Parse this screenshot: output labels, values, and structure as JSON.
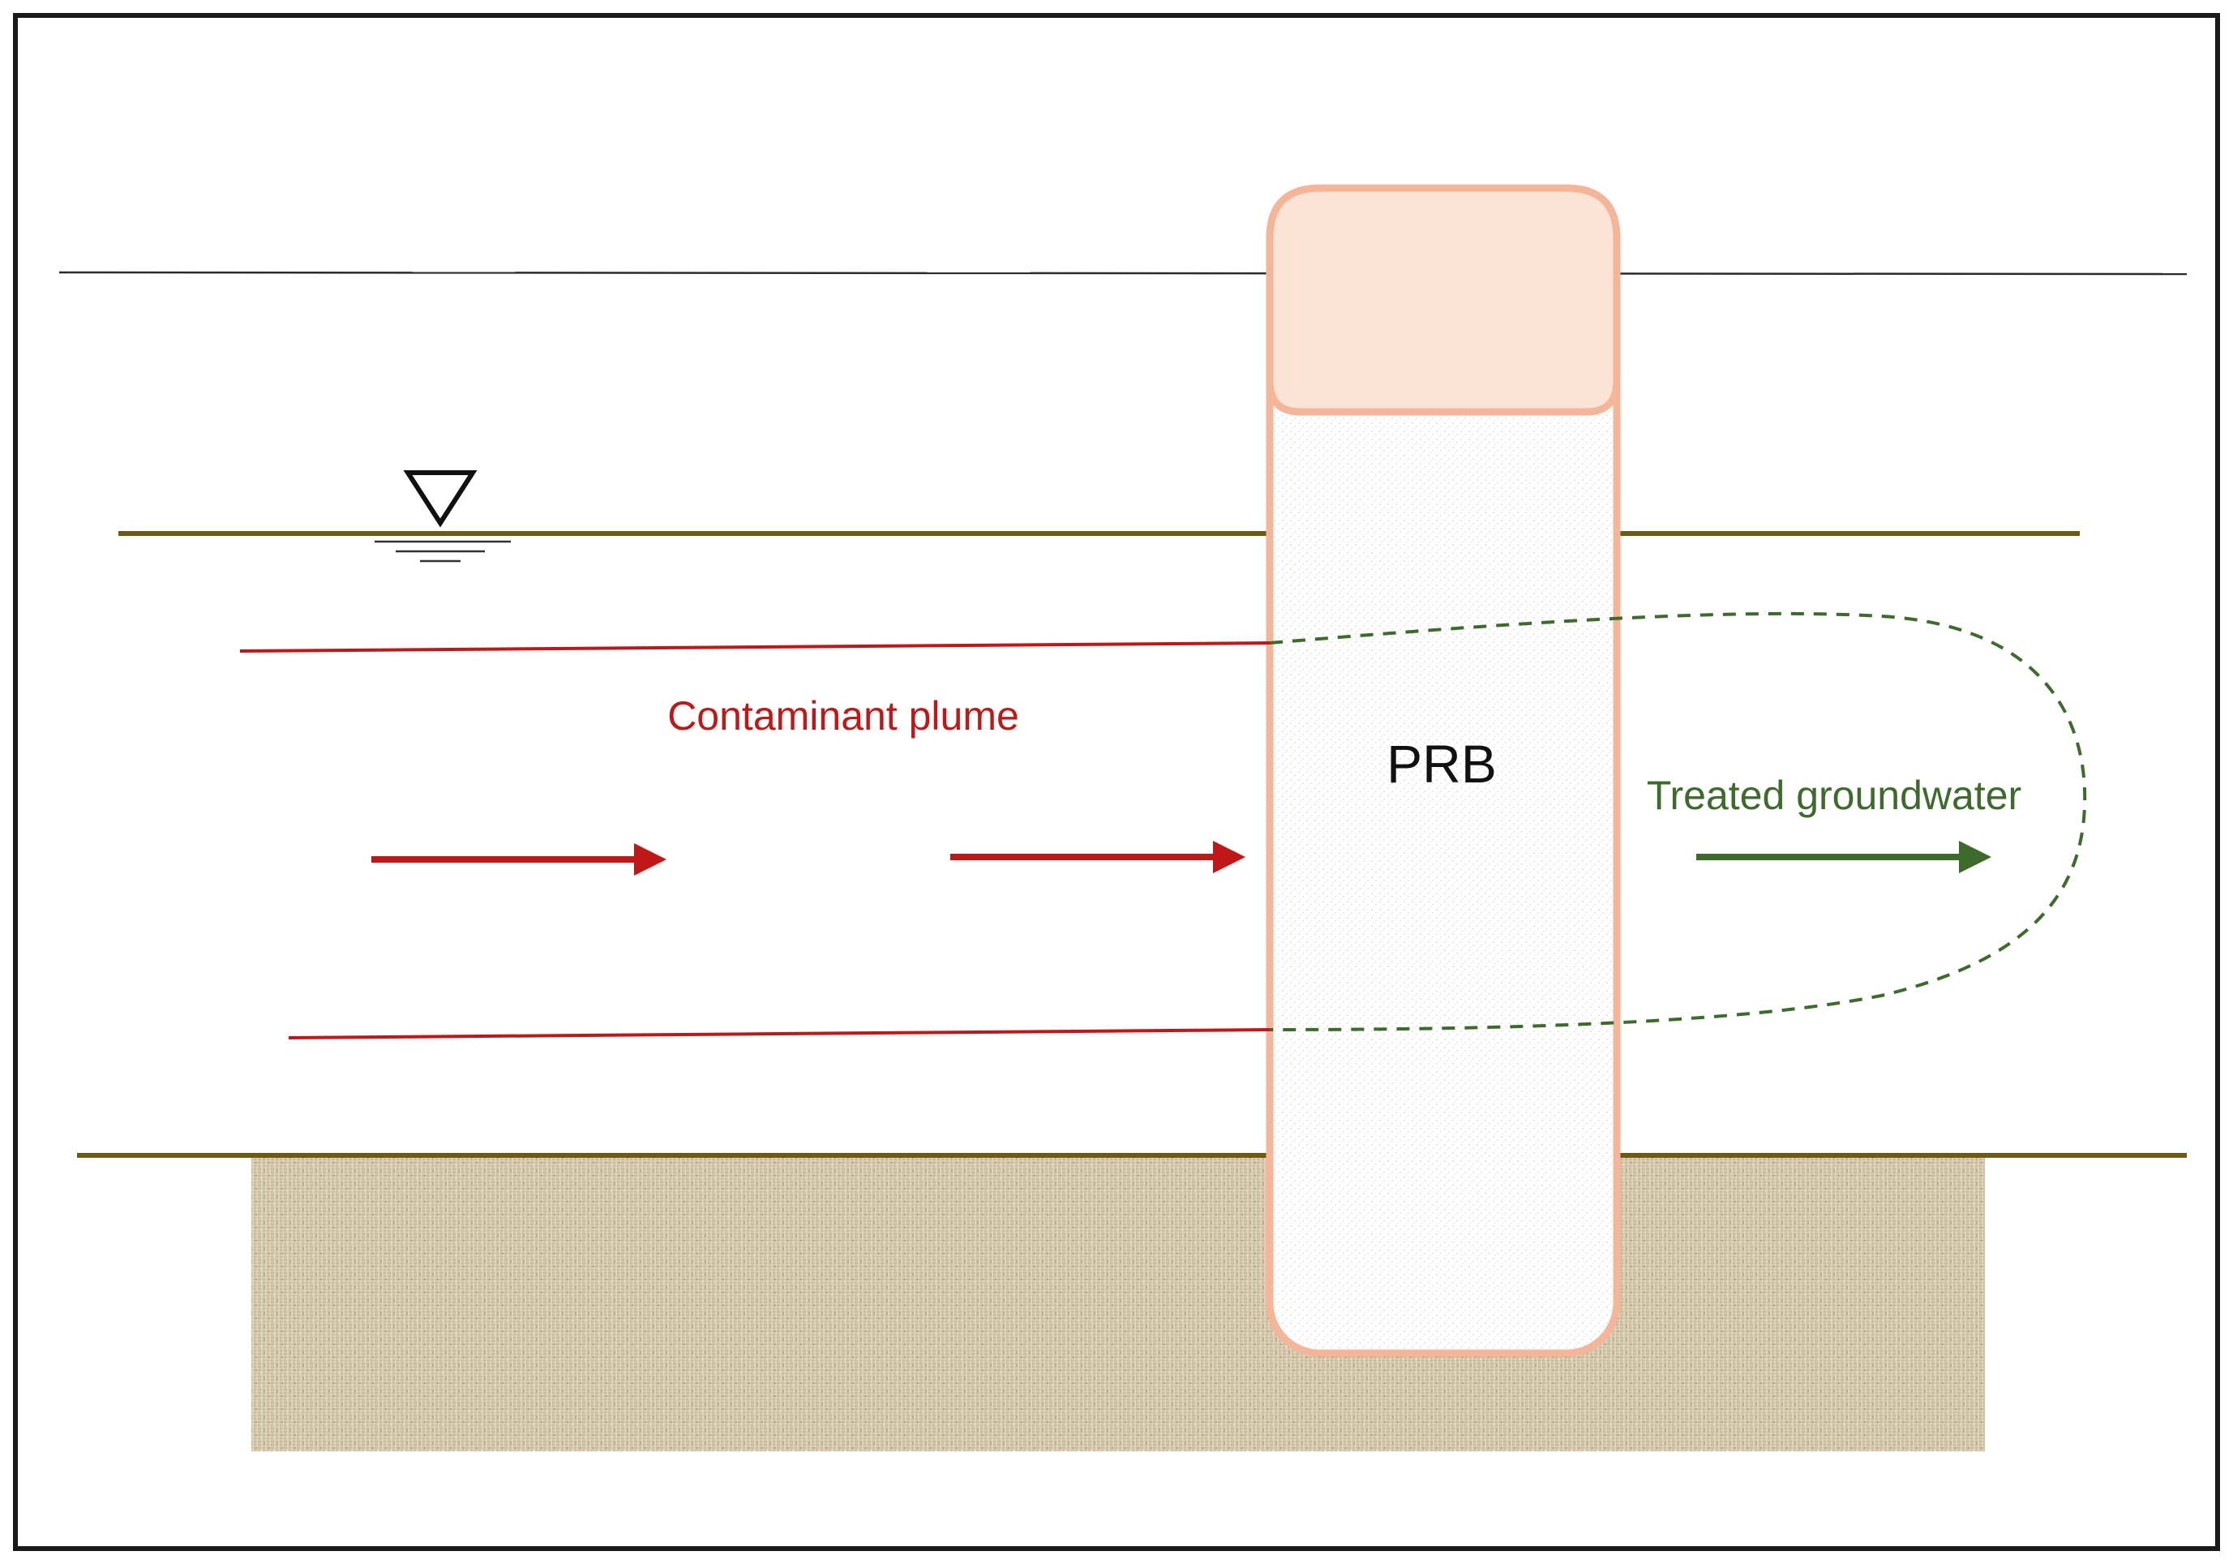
{
  "labels": {
    "plume": "Contaminant plume",
    "prb": "PRB",
    "treated": "Treated groundwater"
  },
  "colors": {
    "frame": "#1a1a1a",
    "ground_surface": "#2b2b2b",
    "aquifer_boundary": "#6f5a12",
    "plume": "#c01818",
    "treated": "#3d6b2b",
    "prb_outline": "#f4b598",
    "prb_cap": "#fbe3d6",
    "bedrock": "#d8ccb2"
  },
  "icons": {
    "water_table": "water-table-symbol-icon"
  }
}
